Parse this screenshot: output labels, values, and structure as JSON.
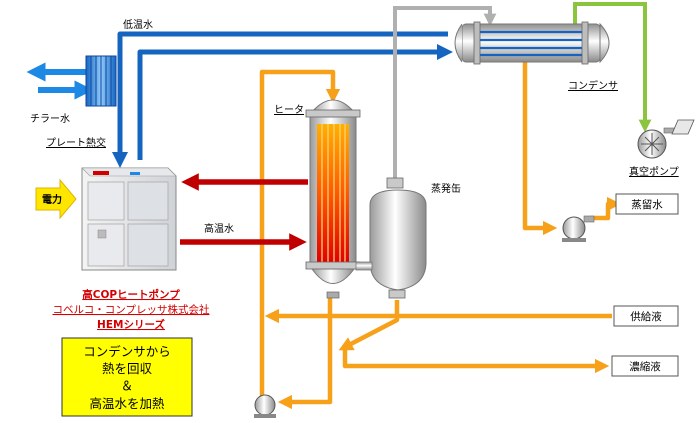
{
  "labels": {
    "low_temp_water": "低温水",
    "chiller_water": "チラー水",
    "plate_heat_exchanger": "プレート熱交",
    "heater": "ヒータ",
    "condenser": "コンデンサ",
    "evaporator": "蒸発缶",
    "vacuum_pump": "真空ポンプ",
    "high_temp_water": "高温水",
    "power": "電力"
  },
  "outputs": {
    "distilled_water": "蒸留水",
    "feed_liquid": "供給液",
    "concentrate": "濃縮液"
  },
  "product": {
    "line1": "高COPヒートポンプ",
    "line2": "コベルコ・コンプレッサ株式会社",
    "line3": "HEMシリーズ"
  },
  "note": {
    "line1": "コンデンサから",
    "line2": "熱を回収",
    "line3": "＆",
    "line4": "高温水を加熱"
  },
  "colors": {
    "blue_pipe": "#1565c0",
    "light_blue_pipe": "#1e88e5",
    "orange_pipe": "#f7a11a",
    "red_arrow": "#c00000",
    "green_pipe": "#8bc53f",
    "gray_pipe": "#b0b0b0",
    "note_fill": "#ffff00"
  }
}
